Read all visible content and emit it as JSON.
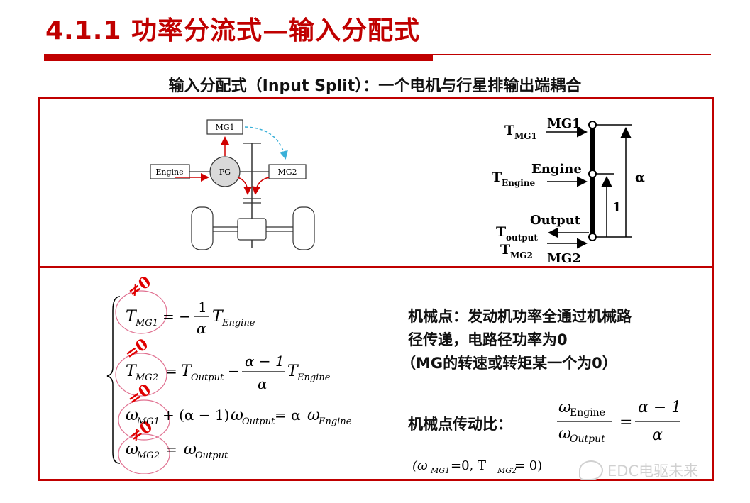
{
  "slide": {
    "title": "4.1.1 功率分流式—输入分配式",
    "subtitle": "输入分配式（Input Split）：一个电机与行星排输出端耦合"
  },
  "schematic": {
    "mg1": "MG1",
    "engine": "Engine",
    "pg": "PG",
    "mg2": "MG2"
  },
  "lever": {
    "t_mg1": "T",
    "t_mg1_sub": "MG1",
    "mg1": "MG1",
    "t_engine": "T",
    "t_engine_sub": "Engine",
    "engine": "Engine",
    "alpha": "α",
    "one": "1",
    "output": "Output",
    "t_output": "T",
    "t_output_sub": "output",
    "t_mg2": "T",
    "t_mg2_sub": "MG2",
    "mg2": "MG2"
  },
  "equations": {
    "annotations": [
      "≠0",
      "=0",
      "=0",
      "≠0"
    ],
    "eq1": {
      "lhs": "T",
      "lhs_sub": "MG1",
      "eq": "= −",
      "num": "1",
      "den": "α",
      "rhs": "T",
      "rhs_sub": "Engine"
    },
    "eq2": {
      "lhs": "T",
      "lhs_sub": "MG2",
      "eq": "=",
      "t1": "T",
      "t1_sub": "Output",
      "minus": "−",
      "num": "α − 1",
      "den": "α",
      "rhs": "T",
      "rhs_sub": "Engine"
    },
    "eq3": {
      "w1": "ω",
      "w1_sub": "MG1",
      "mid": "+ (α − 1)",
      "w2": "ω",
      "w2_sub": "Output",
      "eq": "= α",
      "w3": "ω",
      "w3_sub": "Engine"
    },
    "eq4": {
      "lhs": "ω",
      "lhs_sub": "MG2",
      "eq": "=",
      "rhs": "ω",
      "rhs_sub": "Output"
    }
  },
  "explain": {
    "line1": "机械点：发动机功率全通过机械路",
    "line2": "径传递，电路径功率为0",
    "line3": "（MG的转速或转矩某一个为0）",
    "ratio_label": "机械点传动比：",
    "ratio_num": "ω",
    "ratio_num_sub": "Engine",
    "ratio_den": "ω",
    "ratio_den_sub": "Output",
    "ratio_eq": "=",
    "ratio_rnum": "α − 1",
    "ratio_rden": "α",
    "condition": "(ω",
    "condition_sub1": "MG1",
    "condition_mid": "=0,  T",
    "condition_sub2": "MG2",
    "condition_end": "= 0)"
  },
  "watermark": {
    "text": "EDC电驱未来"
  }
}
